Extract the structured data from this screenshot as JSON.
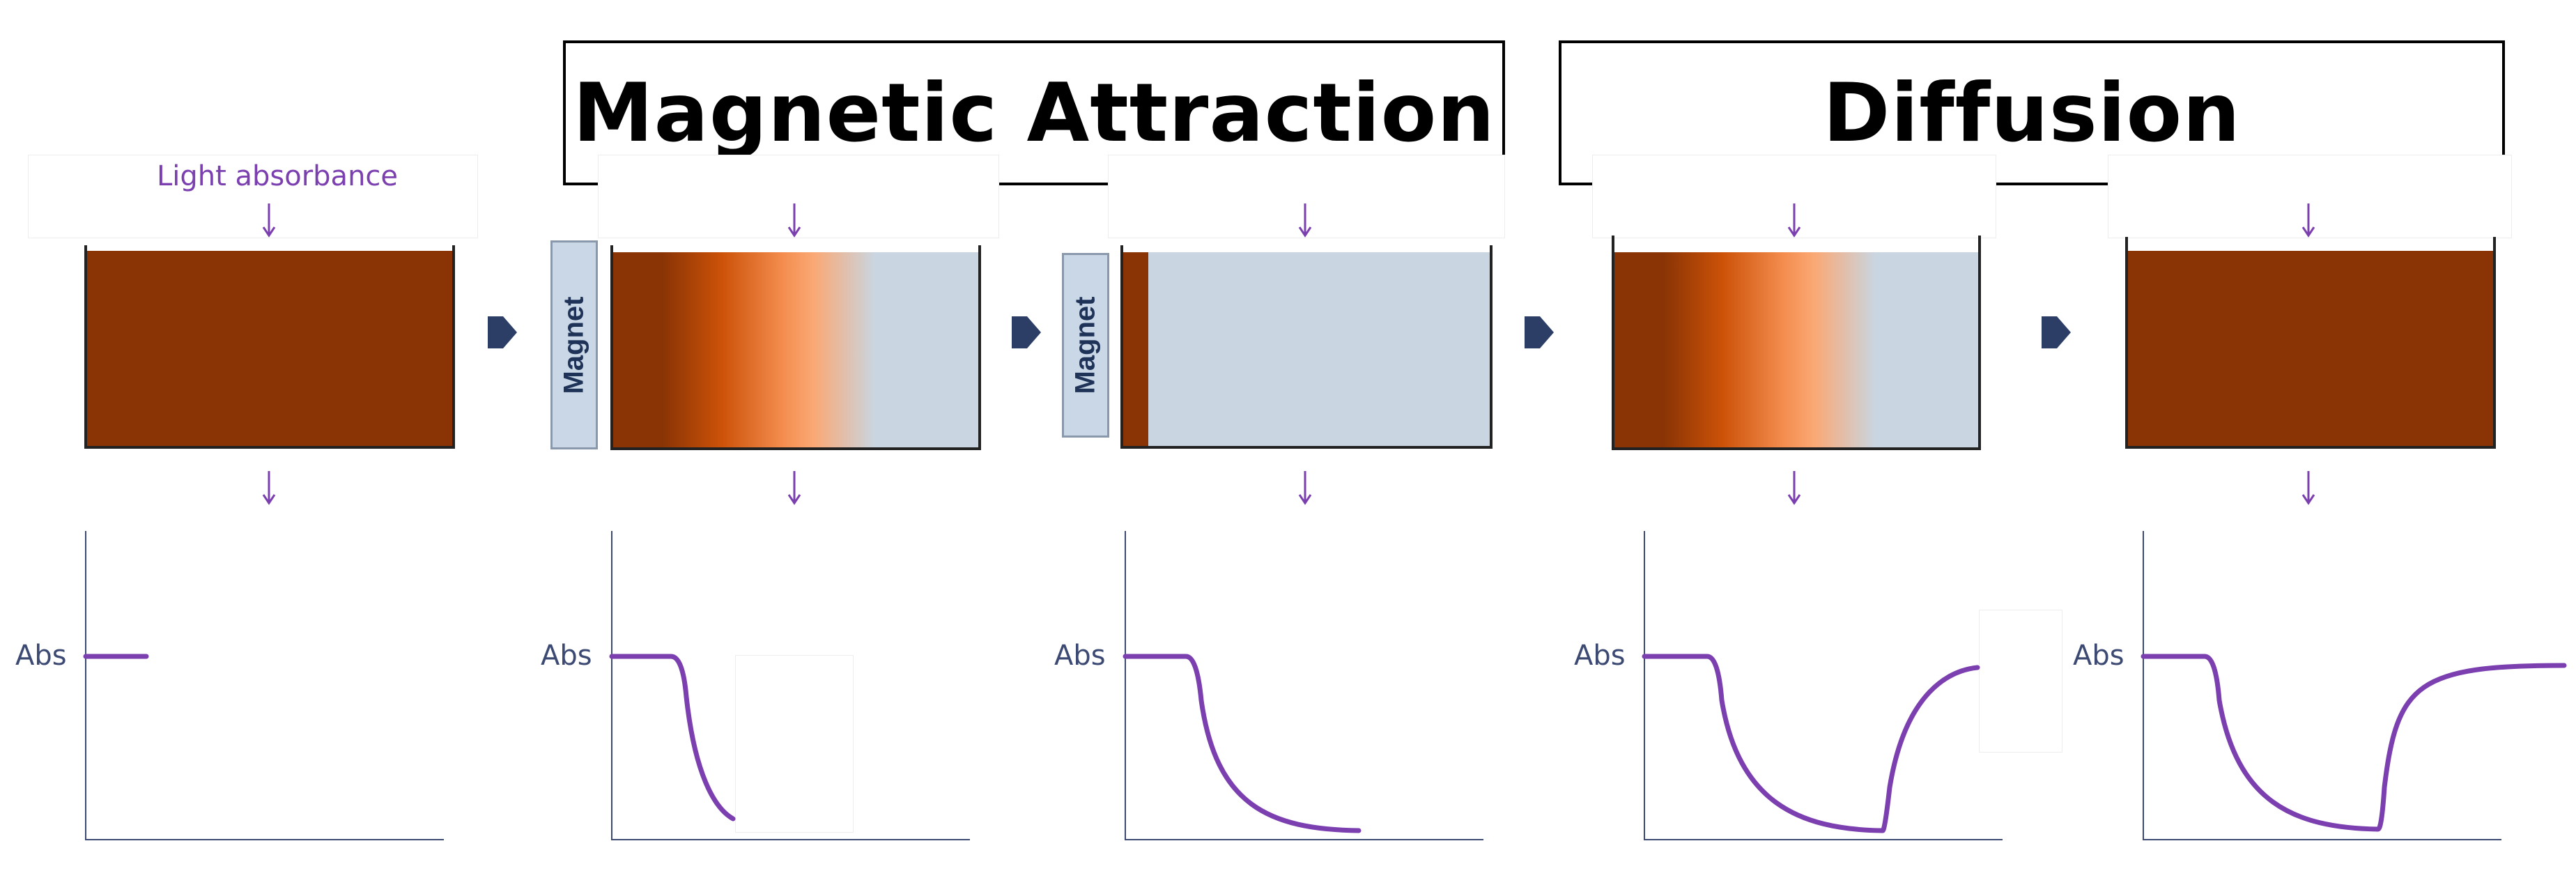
{
  "headings": {
    "magnetic": "Magnetic Attraction",
    "diffusion": "Diffusion"
  },
  "caption": "Light absorbance",
  "magnet_label": "Magnet",
  "axis_label": "Abs",
  "colors": {
    "particle_dark": "#8A3405",
    "particle_orange": "#CC5208",
    "particle_light": "#FAA874",
    "fluid_clear": "#C9D6E2",
    "arrow_purple": "#7B3FB0",
    "curve_purple": "#7B3FB0",
    "axis_navy": "#3C4A73",
    "chevron_navy": "#2C3E66"
  },
  "stages": [
    {
      "id": "uniform-dispersion",
      "cuvette_fill": "uniform",
      "has_magnet": false,
      "curve": "flat-partial"
    },
    {
      "id": "attraction-in-progress",
      "cuvette_fill": "gradient",
      "has_magnet": true,
      "curve": "decay-partial"
    },
    {
      "id": "fully-attracted",
      "cuvette_fill": "thin-layer",
      "has_magnet": true,
      "curve": "decay-full"
    },
    {
      "id": "diffusion-in-progress",
      "cuvette_fill": "gradient",
      "has_magnet": false,
      "curve": "recovery-partial"
    },
    {
      "id": "fully-diffused",
      "cuvette_fill": "uniform",
      "has_magnet": false,
      "curve": "recovery-full"
    }
  ]
}
